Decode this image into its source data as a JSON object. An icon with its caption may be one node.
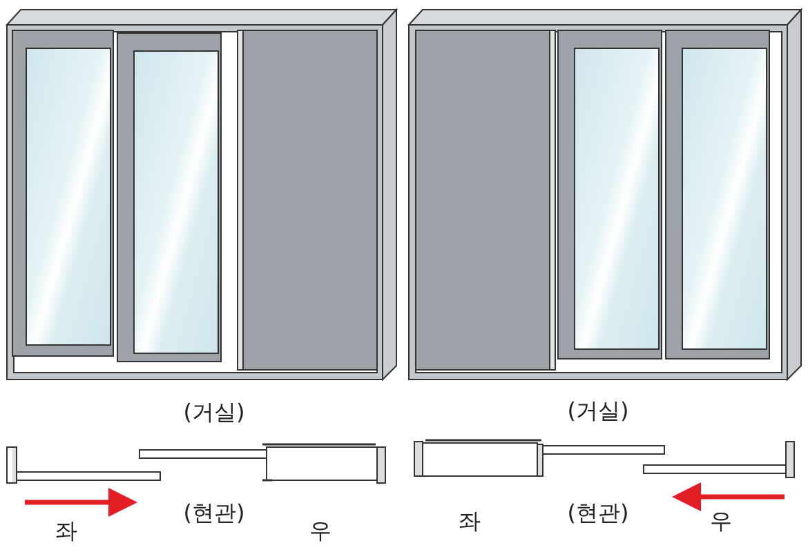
{
  "diagram": {
    "labels": [
      "(거실)",
      "(거실)",
      "(현관)",
      "(현관)",
      "좌",
      "우",
      "좌",
      "우"
    ]
  }
}
